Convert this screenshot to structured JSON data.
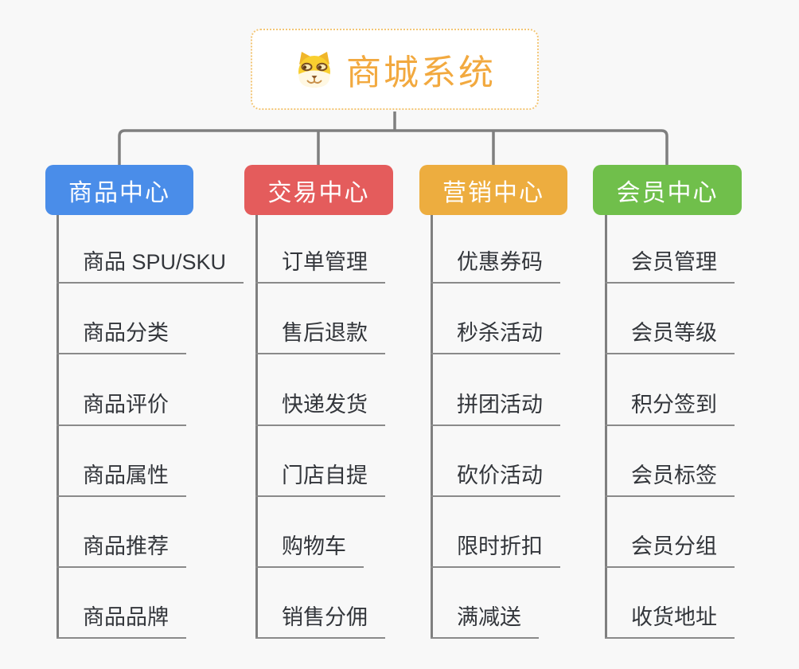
{
  "root": {
    "title": "商城系统",
    "icon": "dog-face-icon",
    "title_color": "#f2a93f",
    "border_color": "#f3c676",
    "background": "#ffffff"
  },
  "connector_color": "#7f7f7f",
  "underline_color": "#8a8a8a",
  "canvas_background": "#f8f8f8",
  "branches": [
    {
      "label": "商品中心",
      "color": "#4a8de9",
      "items": [
        "商品 SPU/SKU",
        "商品分类",
        "商品评价",
        "商品属性",
        "商品推荐",
        "商品品牌"
      ]
    },
    {
      "label": "交易中心",
      "color": "#e45c5c",
      "items": [
        "订单管理",
        "售后退款",
        "快递发货",
        "门店自提",
        "购物车",
        "销售分佣"
      ]
    },
    {
      "label": "营销中心",
      "color": "#edad3f",
      "items": [
        "优惠券码",
        "秒杀活动",
        "拼团活动",
        "砍价活动",
        "限时折扣",
        "满减送"
      ]
    },
    {
      "label": "会员中心",
      "color": "#70bf4b",
      "items": [
        "会员管理",
        "会员等级",
        "积分签到",
        "会员标签",
        "会员分组",
        "收货地址"
      ]
    }
  ]
}
